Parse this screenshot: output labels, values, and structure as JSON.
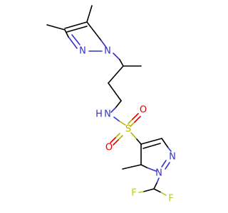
{
  "structure": {
    "atoms": {
      "n_pz1_n1": {
        "text": "N",
        "color": "#3333cc"
      },
      "n_pz1_n2": {
        "text": "N",
        "color": "#3333cc"
      },
      "n_amide": {
        "text": "N",
        "color": "#3333cc"
      },
      "h_amide": {
        "text": "H",
        "color": "#3333cc"
      },
      "s_sulfonyl": {
        "text": "S",
        "color": "#b3b300"
      },
      "o_left": {
        "text": "O",
        "color": "#e60000"
      },
      "o_right": {
        "text": "O",
        "color": "#e60000"
      },
      "n_pz2_n1": {
        "text": "N",
        "color": "#3333cc"
      },
      "n_pz2_n2": {
        "text": "N",
        "color": "#3333cc"
      },
      "f_left": {
        "text": "F",
        "color": "#b3cc33"
      },
      "f_right": {
        "text": "F",
        "color": "#b3cc33"
      }
    }
  }
}
